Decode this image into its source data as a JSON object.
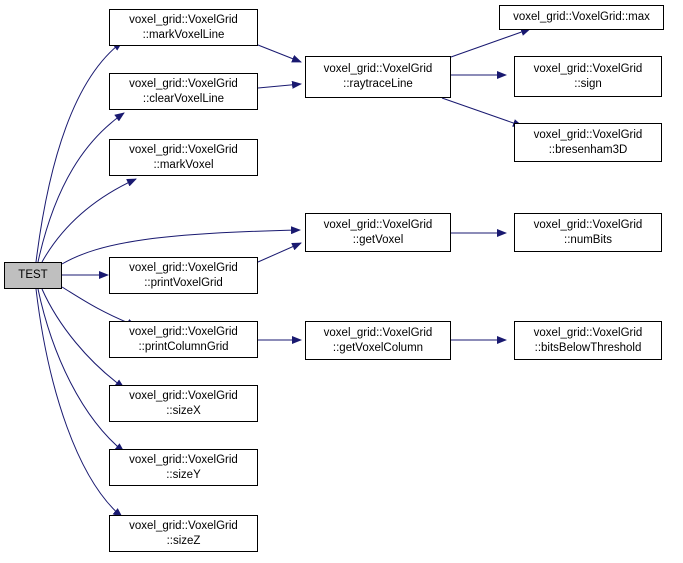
{
  "nodes": [
    {
      "id": "test",
      "lines": [
        "TEST"
      ]
    },
    {
      "id": "markVoxelLine",
      "lines": [
        "voxel_grid::VoxelGrid",
        "::markVoxelLine"
      ]
    },
    {
      "id": "clearVoxelLine",
      "lines": [
        "voxel_grid::VoxelGrid",
        "::clearVoxelLine"
      ]
    },
    {
      "id": "markVoxel",
      "lines": [
        "voxel_grid::VoxelGrid",
        "::markVoxel"
      ]
    },
    {
      "id": "printVoxelGrid",
      "lines": [
        "voxel_grid::VoxelGrid",
        "::printVoxelGrid"
      ]
    },
    {
      "id": "printColumnGrid",
      "lines": [
        "voxel_grid::VoxelGrid",
        "::printColumnGrid"
      ]
    },
    {
      "id": "sizeX",
      "lines": [
        "voxel_grid::VoxelGrid",
        "::sizeX"
      ]
    },
    {
      "id": "sizeY",
      "lines": [
        "voxel_grid::VoxelGrid",
        "::sizeY"
      ]
    },
    {
      "id": "sizeZ",
      "lines": [
        "voxel_grid::VoxelGrid",
        "::sizeZ"
      ]
    },
    {
      "id": "raytraceLine",
      "lines": [
        "voxel_grid::VoxelGrid",
        "::raytraceLine"
      ]
    },
    {
      "id": "getVoxel",
      "lines": [
        "voxel_grid::VoxelGrid",
        "::getVoxel"
      ]
    },
    {
      "id": "getVoxelColumn",
      "lines": [
        "voxel_grid::VoxelGrid",
        "::getVoxelColumn"
      ]
    },
    {
      "id": "max",
      "lines": [
        "voxel_grid::VoxelGrid::max"
      ]
    },
    {
      "id": "sign",
      "lines": [
        "voxel_grid::VoxelGrid",
        "::sign"
      ]
    },
    {
      "id": "bresenham3D",
      "lines": [
        "voxel_grid::VoxelGrid",
        "::bresenham3D"
      ]
    },
    {
      "id": "numBits",
      "lines": [
        "voxel_grid::VoxelGrid",
        "::numBits"
      ]
    },
    {
      "id": "bitsBelowThreshold",
      "lines": [
        "voxel_grid::VoxelGrid",
        "::bitsBelowThreshold"
      ]
    }
  ],
  "edges": [
    [
      "test",
      "markVoxelLine"
    ],
    [
      "test",
      "clearVoxelLine"
    ],
    [
      "test",
      "markVoxel"
    ],
    [
      "test",
      "getVoxel"
    ],
    [
      "test",
      "printVoxelGrid"
    ],
    [
      "test",
      "printColumnGrid"
    ],
    [
      "test",
      "sizeX"
    ],
    [
      "test",
      "sizeY"
    ],
    [
      "test",
      "sizeZ"
    ],
    [
      "markVoxelLine",
      "raytraceLine"
    ],
    [
      "clearVoxelLine",
      "raytraceLine"
    ],
    [
      "raytraceLine",
      "max"
    ],
    [
      "raytraceLine",
      "sign"
    ],
    [
      "raytraceLine",
      "bresenham3D"
    ],
    [
      "printVoxelGrid",
      "getVoxel"
    ],
    [
      "getVoxel",
      "numBits"
    ],
    [
      "printColumnGrid",
      "getVoxelColumn"
    ],
    [
      "getVoxelColumn",
      "bitsBelowThreshold"
    ]
  ],
  "colors": {
    "edge": "#191970",
    "node_border": "#000000",
    "root_fill": "#bfbfbf"
  }
}
